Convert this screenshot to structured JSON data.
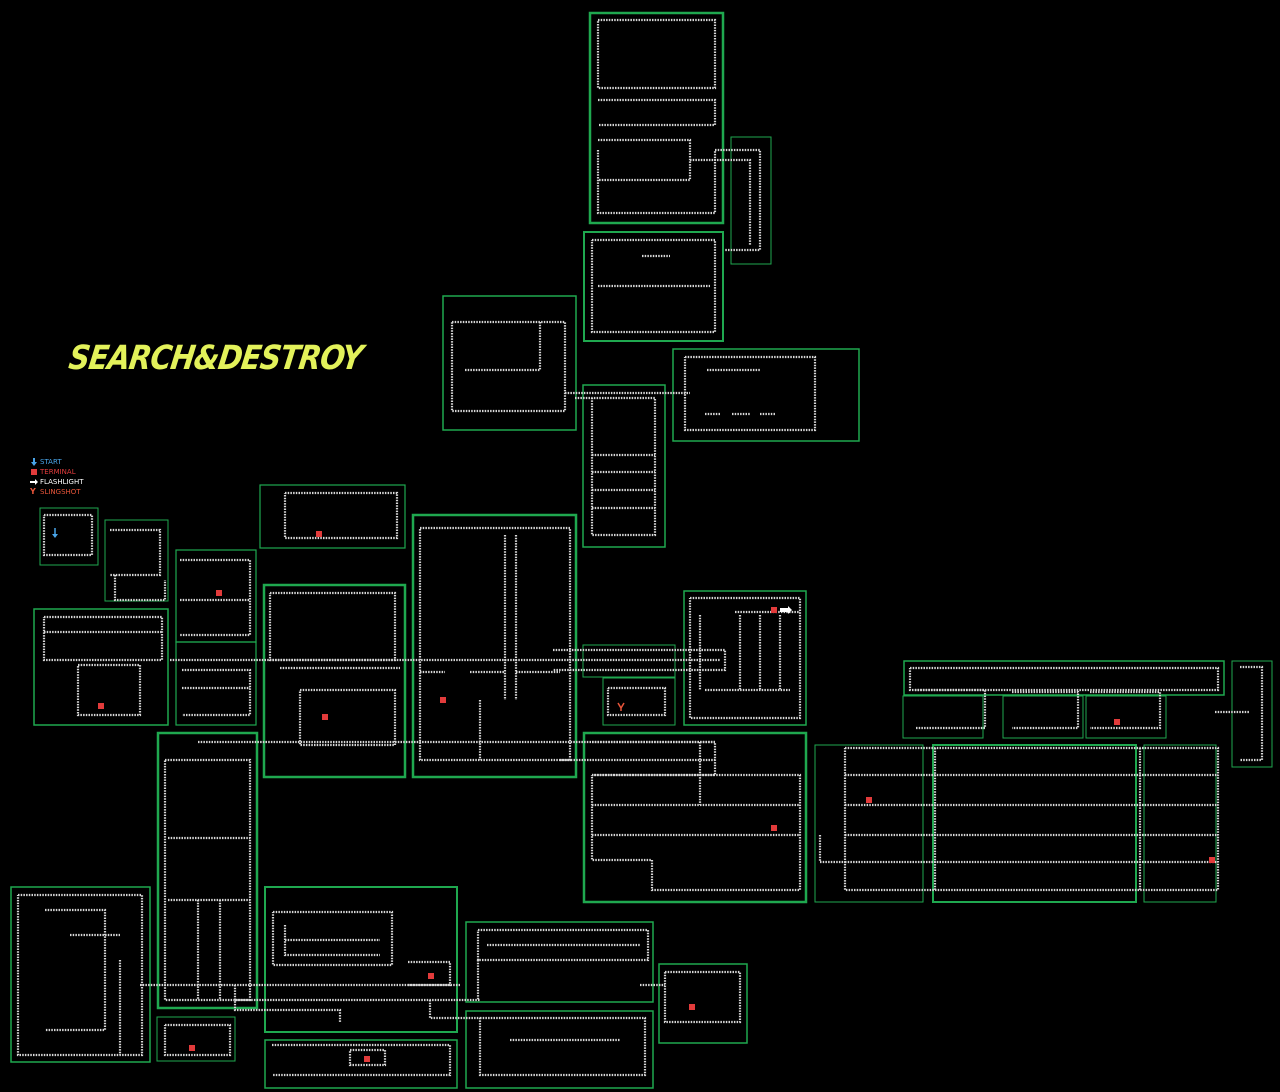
{
  "title": "SEARCH&DESTROY",
  "legend": {
    "start": "START",
    "terminal": "TERMINAL",
    "flashlight": "FLASHLIGHT",
    "slingshot": "SLINGSHOT"
  },
  "colors": {
    "background": "#000000",
    "title": "#e3f25a",
    "room_border": "#1fa84f",
    "wall": "#d8d8d8",
    "start": "#49a4e8",
    "terminal": "#e23b3b",
    "flashlight": "#ffffff",
    "slingshot": "#e8553a"
  },
  "icons": {
    "start": "start-arrow-icon",
    "terminal": "terminal-icon",
    "flashlight": "flashlight-icon",
    "slingshot": "slingshot-icon"
  }
}
